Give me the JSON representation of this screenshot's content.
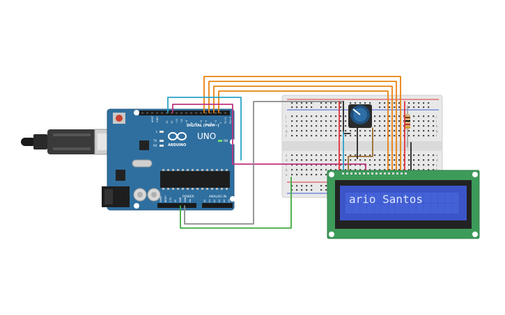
{
  "arduino": {
    "logo_text": "ARDUINO",
    "model": "UNO",
    "digital_label": "DIGITAL (PWM~)",
    "power_label": "POWER",
    "analog_label": "ANALOG IN",
    "on_label": "ON",
    "tx_label": "TX",
    "rx_label": "RX",
    "l_label": "L",
    "aref_label": "AREF",
    "gnd_label": "GND",
    "digital_pins": [
      "13",
      "12",
      "~11",
      "~10",
      "~9",
      "8",
      "7",
      "~6",
      "~5",
      "4",
      "~3",
      "2",
      "TX→1",
      "RX←0"
    ],
    "power_pins": [
      "IOREF",
      "RESET",
      "3.3V",
      "5V",
      "GND",
      "GND",
      "Vin"
    ],
    "analog_pins": [
      "A0",
      "A1",
      "A2",
      "A3",
      "A4",
      "A5"
    ]
  },
  "lcd": {
    "display_text": "ario Santos",
    "columns": 16,
    "rows": 2
  },
  "breadboard": {
    "row_letters_top": [
      "j",
      "i",
      "h",
      "g",
      "f"
    ],
    "row_letters_bottom": [
      "e",
      "d",
      "c",
      "b",
      "a"
    ]
  },
  "colors": {
    "arduino_blue": "#2f6f9f",
    "wire_orange": "#e8820e",
    "wire_magenta": "#c0327f",
    "wire_cyan": "#29a3c8",
    "wire_green": "#3faa3f",
    "wire_gray": "#8a8a8a",
    "wire_red": "#e0303a",
    "wire_black": "#222222",
    "wire_brown": "#9a6a2a",
    "lcd_pcb": "#3d9b5a",
    "lcd_screen": "#3b55c9"
  }
}
